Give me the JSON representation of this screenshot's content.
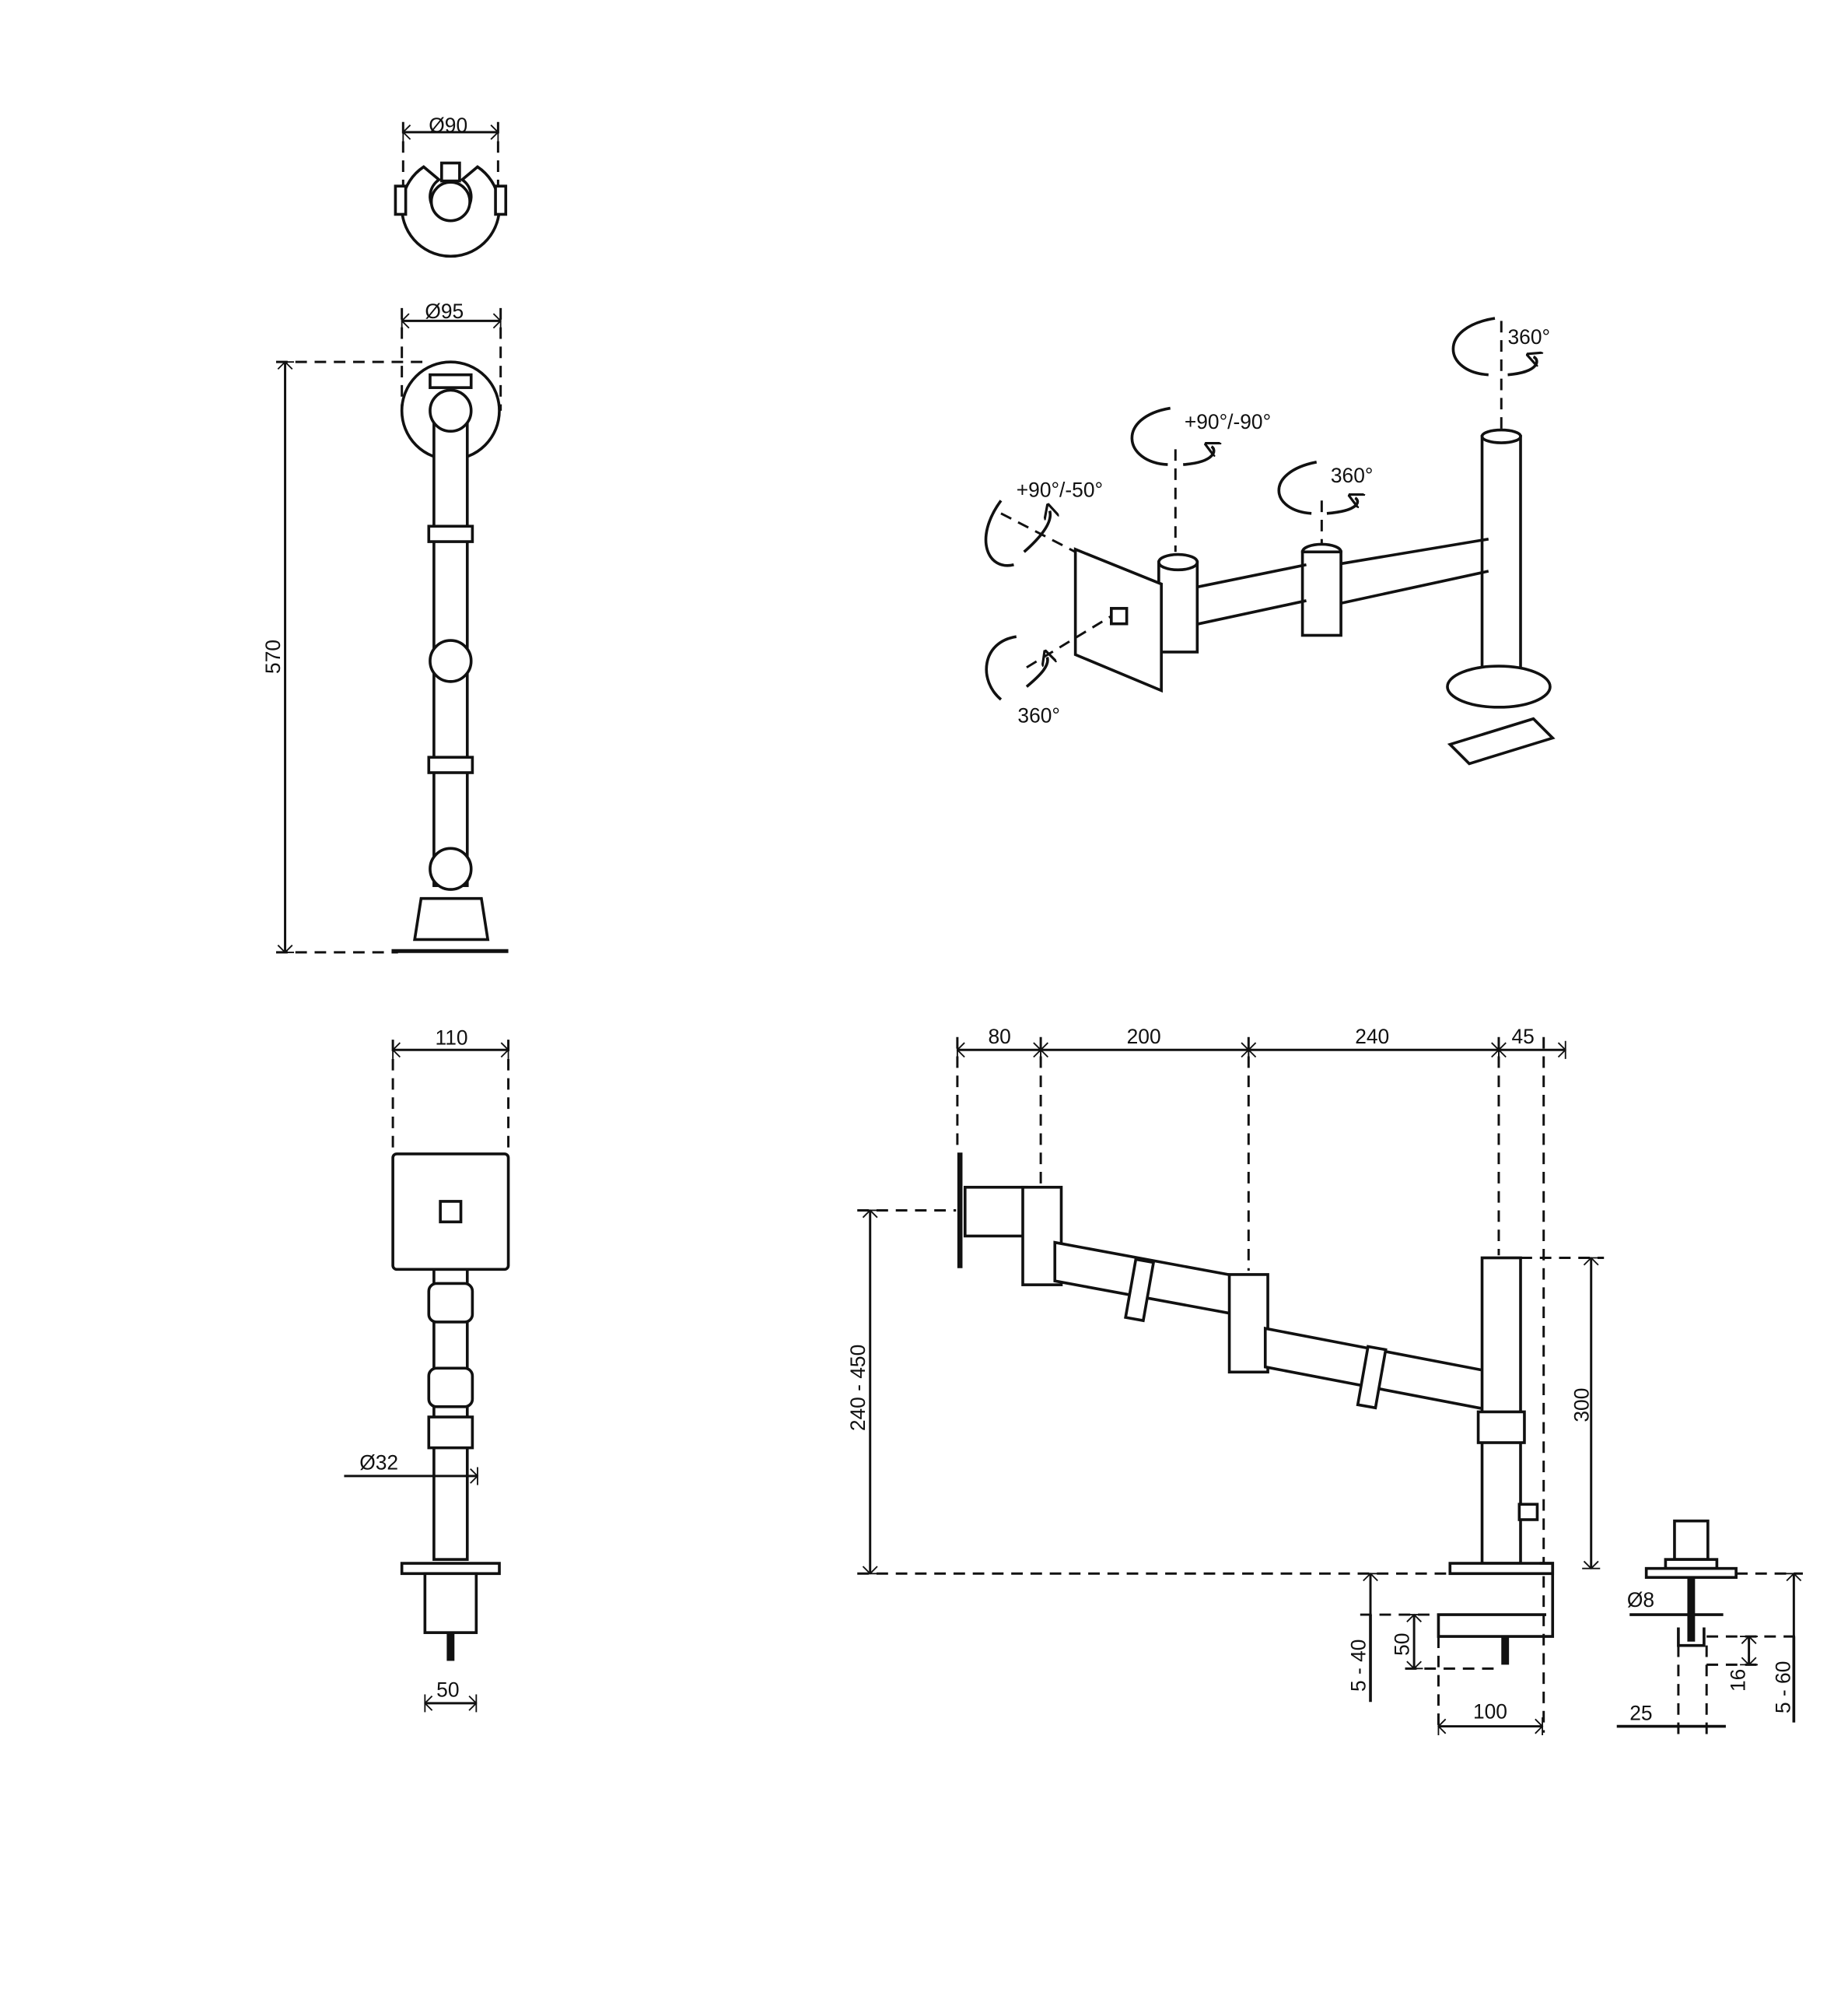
{
  "top_view": {
    "diameter_label": "Ø90"
  },
  "side_column_view": {
    "diameter_label": "Ø95",
    "height_label": "570"
  },
  "front_view": {
    "plate_width_label": "110",
    "pole_diameter_label": "Ø32",
    "clamp_width_label": "50"
  },
  "iso_view": {
    "pole_rotation": "360°",
    "arm_tilt": "+90°/-90°",
    "arm_rotation": "360°",
    "head_tilt": "+90°/-50°",
    "head_rotation": "360°"
  },
  "side_view": {
    "reach": [
      "80",
      "200",
      "240",
      "45"
    ],
    "height_range": "240 - 450",
    "pole_height": "300",
    "clamp_range": "5 - 40",
    "clamp_depth": "50",
    "clamp_width": "100"
  },
  "grommet_view": {
    "bolt_diameter": "Ø8",
    "nut_height": "16",
    "desk_range": "5 - 60",
    "washer_width": "25"
  }
}
